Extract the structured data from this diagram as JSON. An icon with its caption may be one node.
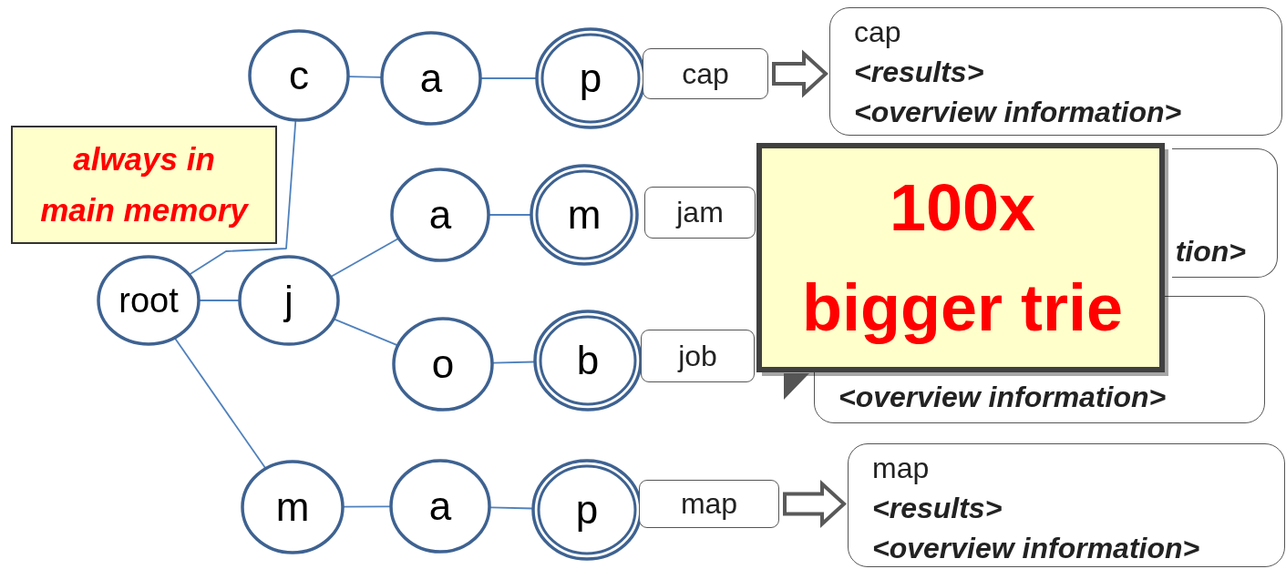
{
  "diagram": {
    "nodes": [
      {
        "text": [
          "root"
        ]
      },
      {
        "text": [
          "c"
        ]
      },
      {
        "text": [
          "a"
        ]
      },
      {
        "text": [
          "p"
        ]
      },
      {
        "text": [
          "j"
        ]
      },
      {
        "text": [
          "a"
        ]
      },
      {
        "text": [
          "m"
        ]
      },
      {
        "text": [
          "o"
        ]
      },
      {
        "text": [
          "b"
        ]
      },
      {
        "text": [
          "m"
        ]
      },
      {
        "text": [
          "a"
        ]
      },
      {
        "text": [
          "p"
        ]
      },
      {
        "text": [
          "cap"
        ]
      },
      {
        "text": [
          "jam"
        ]
      },
      {
        "text": [
          "job"
        ]
      },
      {
        "text": [
          "map"
        ]
      },
      {
        "text": [
          "cap",
          "<results>",
          "<overview information>"
        ]
      },
      {
        "text": [
          "tion>"
        ]
      },
      {
        "text": [
          "<overview information>"
        ]
      },
      {
        "text": [
          "map",
          "<results>",
          "<overview information>"
        ]
      },
      {
        "text": [
          "always in main memory"
        ]
      },
      {
        "text": [
          "100x bigger trie"
        ]
      }
    ],
    "edges": [
      {
        "from": 0,
        "to": 1,
        "arrow": "none"
      },
      {
        "from": 1,
        "to": 2,
        "arrow": "none"
      },
      {
        "from": 2,
        "to": 3,
        "arrow": "none"
      },
      {
        "from": 0,
        "to": 4,
        "arrow": "none"
      },
      {
        "from": 4,
        "to": 5,
        "arrow": "none"
      },
      {
        "from": 5,
        "to": 6,
        "arrow": "none"
      },
      {
        "from": 4,
        "to": 7,
        "arrow": "none"
      },
      {
        "from": 7,
        "to": 8,
        "arrow": "none"
      },
      {
        "from": 0,
        "to": 9,
        "arrow": "none"
      },
      {
        "from": 9,
        "to": 10,
        "arrow": "none"
      },
      {
        "from": 10,
        "to": 11,
        "arrow": "none"
      },
      {
        "from": 12,
        "to": 16,
        "arrow": "to",
        "style": "thick",
        "color": "#595959"
      },
      {
        "from": 15,
        "to": 19,
        "arrow": "to",
        "style": "thick",
        "color": "#595959"
      }
    ]
  }
}
